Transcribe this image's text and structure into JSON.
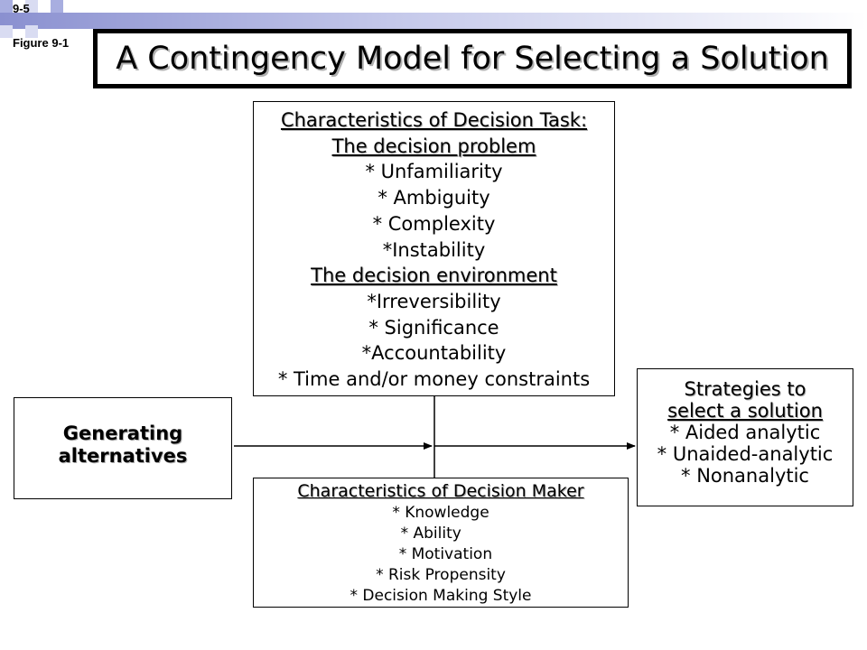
{
  "header": {
    "slide_number": "9-5",
    "figure_label": "Figure 9-1",
    "title": "A Contingency Model for Selecting a Solution"
  },
  "decision_task": {
    "heading": "Characteristics of Decision Task:",
    "problem_heading": "The decision problem",
    "problem_items": [
      "* Unfamiliarity",
      "* Ambiguity",
      "* Complexity",
      "*Instability"
    ],
    "environment_heading": "The decision environment",
    "environment_items": [
      "*Irreversibility",
      "* Significance",
      "*Accountability",
      "* Time and/or money constraints"
    ]
  },
  "decision_maker": {
    "heading": "Characteristics of Decision Maker",
    "items": [
      "* Knowledge",
      "* Ability    ",
      "  * Motivation",
      "* Risk Propensity",
      "* Decision Making Style"
    ]
  },
  "generating": {
    "line1": "Generating",
    "line2": "alternatives"
  },
  "strategies": {
    "heading_line1": "Strategies to",
    "heading_line2": "select a solution",
    "items": [
      "* Aided analytic",
      "* Unaided-analytic",
      "* Nonanalytic"
    ]
  }
}
